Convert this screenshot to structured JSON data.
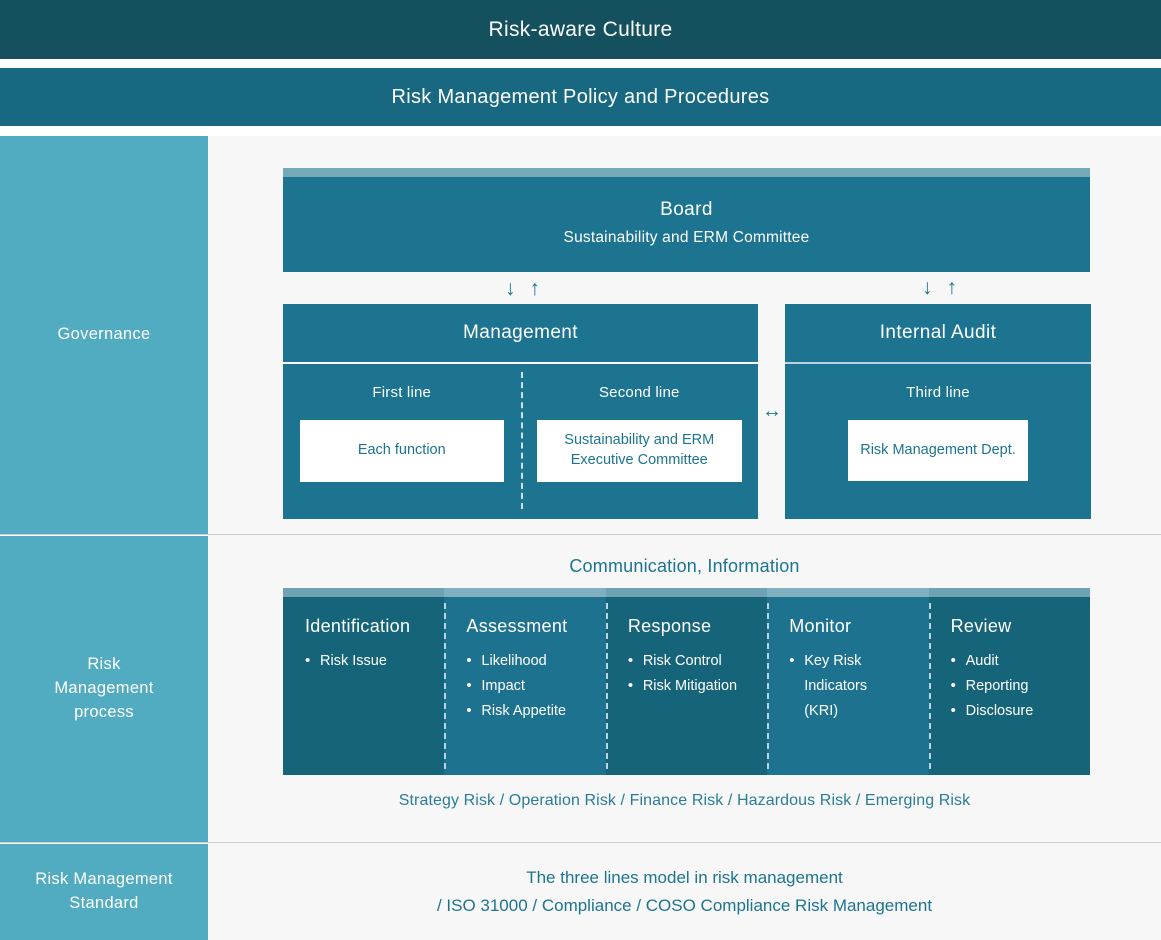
{
  "banners": {
    "culture": "Risk-aware Culture",
    "policy": "Risk Management Policy and Procedures"
  },
  "rail": {
    "governance": "Governance",
    "process_line1": "Risk",
    "process_line2": "Management",
    "process_line3": "process",
    "standard_line1": "Risk Management",
    "standard_line2": "Standard"
  },
  "governance": {
    "board": {
      "title": "Board",
      "subtitle": "Sustainability and ERM Committee"
    },
    "arrow_down": "↓",
    "arrow_up": "↑",
    "arrow_both": "↔",
    "management": {
      "title": "Management",
      "first": {
        "label": "First line",
        "card": "Each function"
      },
      "second": {
        "label": "Second line",
        "card": "Sustainability and ERM Executive Committee"
      }
    },
    "internal_audit": {
      "title": "Internal Audit",
      "third": {
        "label": "Third line",
        "card": "Risk Management Dept."
      }
    }
  },
  "process": {
    "communication_title": "Communication, Information",
    "columns": [
      {
        "title": "Identification",
        "items": [
          "Risk Issue"
        ]
      },
      {
        "title": "Assessment",
        "items": [
          "Likelihood",
          "Impact",
          "Risk Appetite"
        ]
      },
      {
        "title": "Response",
        "items": [
          "Risk Control",
          "Risk Mitigation"
        ]
      },
      {
        "title": "Monitor",
        "items": [
          "Key Risk Indicators (KRI)"
        ]
      },
      {
        "title": "Review",
        "items": [
          "Audit",
          "Reporting",
          "Disclosure"
        ]
      }
    ],
    "risk_types": "Strategy Risk / Operation Risk / Finance Risk / Hazardous Risk / Emerging Risk"
  },
  "standard": {
    "line1": "The three lines model in risk management",
    "line2": "/ ISO 31000 / Compliance / COSO Compliance Risk Management"
  },
  "colors": {
    "culture_banner": "#14505e",
    "policy_banner": "#176880",
    "rail": "#51abc1",
    "box": "#1c7491",
    "process_dark": "#16647a",
    "process_light": "#1d7290",
    "text_accent": "#2a7c99",
    "page_bg": "#f7f7f7"
  }
}
